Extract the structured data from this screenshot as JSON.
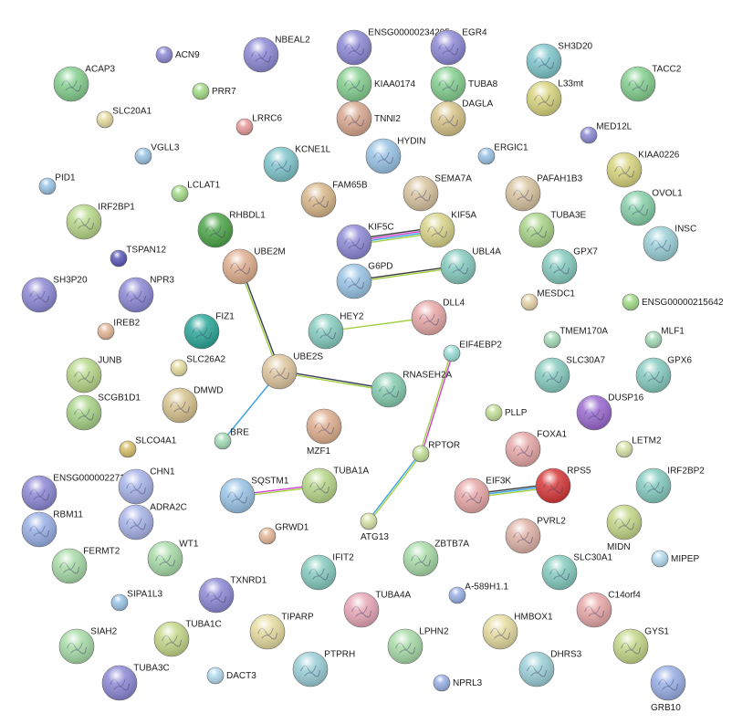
{
  "network": {
    "nodes": [
      {
        "id": "ACN9",
        "label": "ACN9",
        "color": "#8e8ad6",
        "big": false
      },
      {
        "id": "NBEAL2",
        "label": "NBEAL2",
        "color": "#8e8ad6",
        "big": true
      },
      {
        "id": "ENSG00000234295",
        "label": "ENSG00000234295",
        "color": "#8e8ad6",
        "big": true
      },
      {
        "id": "EGR4",
        "label": "EGR4",
        "color": "#8e8ad6",
        "big": true
      },
      {
        "id": "SH3D20",
        "label": "SH3D20",
        "color": "#7fc6cc",
        "big": true
      },
      {
        "id": "ACAP3",
        "label": "ACAP3",
        "color": "#86d090",
        "big": true
      },
      {
        "id": "PRR7",
        "label": "PRR7",
        "color": "#a4dc88",
        "big": false
      },
      {
        "id": "KIAA0174",
        "label": "KIAA0174",
        "color": "#86d090",
        "big": true
      },
      {
        "id": "TUBA8",
        "label": "TUBA8",
        "color": "#86d090",
        "big": true
      },
      {
        "id": "L33mt",
        "label": "L33mt",
        "color": "#d8d47e",
        "big": true
      },
      {
        "id": "TACC2",
        "label": "TACC2",
        "color": "#86d090",
        "big": true
      },
      {
        "id": "SLC20A1",
        "label": "SLC20A1",
        "color": "#e6dca0",
        "big": false
      },
      {
        "id": "LRRC6",
        "label": "LRRC6",
        "color": "#e89a9a",
        "big": false
      },
      {
        "id": "TNNI2",
        "label": "TNNI2",
        "color": "#d8a890",
        "big": true
      },
      {
        "id": "DAGLA",
        "label": "DAGLA",
        "color": "#d8c48a",
        "big": true
      },
      {
        "id": "MED12L",
        "label": "MED12L",
        "color": "#8e8ad6",
        "big": false
      },
      {
        "id": "VGLL3",
        "label": "VGLL3",
        "color": "#9ac4e6",
        "big": false
      },
      {
        "id": "KCNE1L",
        "label": "KCNE1L",
        "color": "#7fc6cc",
        "big": true
      },
      {
        "id": "HYDIN",
        "label": "HYDIN",
        "color": "#9ac4e6",
        "big": true
      },
      {
        "id": "ERGIC1",
        "label": "ERGIC1",
        "color": "#9ac4e6",
        "big": false
      },
      {
        "id": "KIAA0226",
        "label": "KIAA0226",
        "color": "#d8d47e",
        "big": true
      },
      {
        "id": "PID1",
        "label": "PID1",
        "color": "#9ac4e6",
        "big": false
      },
      {
        "id": "LCLAT1",
        "label": "LCLAT1",
        "color": "#a4dc88",
        "big": false
      },
      {
        "id": "FAM65B",
        "label": "FAM65B",
        "color": "#d8b88a",
        "big": true
      },
      {
        "id": "SEMA7A",
        "label": "SEMA7A",
        "color": "#d8c4a0",
        "big": true
      },
      {
        "id": "PAFAH1B3",
        "label": "PAFAH1B3",
        "color": "#d8c4a0",
        "big": true
      },
      {
        "id": "OVOL1",
        "label": "OVOL1",
        "color": "#86d0a8",
        "big": true
      },
      {
        "id": "IRF2BP1",
        "label": "IRF2BP1",
        "color": "#b8d88a",
        "big": true
      },
      {
        "id": "RHBDL1",
        "label": "RHBDL1",
        "color": "#4ea64a",
        "big": true
      },
      {
        "id": "KIF5C",
        "label": "KIF5C",
        "color": "#8e8ad6",
        "big": true
      },
      {
        "id": "KIF5A",
        "label": "KIF5A",
        "color": "#d8d48a",
        "big": true
      },
      {
        "id": "TUBA3E",
        "label": "TUBA3E",
        "color": "#a8d488",
        "big": true
      },
      {
        "id": "INSC",
        "label": "INSC",
        "color": "#9cd0d8",
        "big": true
      },
      {
        "id": "TSPAN12",
        "label": "TSPAN12",
        "color": "#5a5ab8",
        "big": false
      },
      {
        "id": "UBE2M",
        "label": "UBE2M",
        "color": "#e0b090",
        "big": true
      },
      {
        "id": "G6PD",
        "label": "G6PD",
        "color": "#9ac4e6",
        "big": true
      },
      {
        "id": "UBL4A",
        "label": "UBL4A",
        "color": "#86ccc0",
        "big": true
      },
      {
        "id": "GPX7",
        "label": "GPX7",
        "color": "#86ccc0",
        "big": true
      },
      {
        "id": "SH3P20",
        "label": "SH3P20",
        "color": "#8e8ad6",
        "big": true
      },
      {
        "id": "NPR3",
        "label": "NPR3",
        "color": "#8e8ad6",
        "big": true
      },
      {
        "id": "MESDC1",
        "label": "MESDC1",
        "color": "#e6d4a8",
        "big": false
      },
      {
        "id": "ENSG00000215642",
        "label": "ENSG00000215642",
        "color": "#a4dc88",
        "big": false
      },
      {
        "id": "IREB2",
        "label": "IREB2",
        "color": "#e6b898",
        "big": false
      },
      {
        "id": "FIZ1",
        "label": "FIZ1",
        "color": "#2ea89a",
        "big": true
      },
      {
        "id": "HEY2",
        "label": "HEY2",
        "color": "#86ccc0",
        "big": true
      },
      {
        "id": "DLL4",
        "label": "DLL4",
        "color": "#e8a8a8",
        "big": true
      },
      {
        "id": "TMEM170A",
        "label": "TMEM170A",
        "color": "#a4dcb8",
        "big": false
      },
      {
        "id": "MLF1",
        "label": "MLF1",
        "color": "#a4dcb8",
        "big": false
      },
      {
        "id": "SLC26A2",
        "label": "SLC26A2",
        "color": "#e6dca0",
        "big": false
      },
      {
        "id": "UBE2S",
        "label": "UBE2S",
        "color": "#e0c8a0",
        "big": true
      },
      {
        "id": "EIF4EBP2",
        "label": "EIF4EBP2",
        "color": "#9cdcd8",
        "big": false
      },
      {
        "id": "JUNB",
        "label": "JUNB",
        "color": "#b8d88a",
        "big": true
      },
      {
        "id": "SLC30A7",
        "label": "SLC30A7",
        "color": "#86ccc0",
        "big": true
      },
      {
        "id": "GPX6",
        "label": "GPX6",
        "color": "#86ccc0",
        "big": true
      },
      {
        "id": "DMWD",
        "label": "DMWD",
        "color": "#d8c490",
        "big": true
      },
      {
        "id": "RNASEH2A",
        "label": "RNASEH2A",
        "color": "#86ccb0",
        "big": true
      },
      {
        "id": "SCGB1D1",
        "label": "SCGB1D1",
        "color": "#a8d488",
        "big": true
      },
      {
        "id": "DUSP16",
        "label": "DUSP16",
        "color": "#9a6ad0",
        "big": true
      },
      {
        "id": "PLLP",
        "label": "PLLP",
        "color": "#c4e098",
        "big": false
      },
      {
        "id": "BRE",
        "label": "BRE",
        "color": "#a4dcb8",
        "big": false
      },
      {
        "id": "MZF1",
        "label": "MZF1",
        "color": "#e0b090",
        "big": true
      },
      {
        "id": "FOXA1",
        "label": "FOXA1",
        "color": "#e8a8a8",
        "big": true
      },
      {
        "id": "LETM2",
        "label": "LETM2",
        "color": "#d8e4a8",
        "big": false
      },
      {
        "id": "SLCO4A1",
        "label": "SLCO4A1",
        "color": "#d8c06a",
        "big": false
      },
      {
        "id": "RPTOR",
        "label": "RPTOR",
        "color": "#c4e098",
        "big": false
      },
      {
        "id": "ENSG00000227156",
        "label": "ENSG00000227156",
        "color": "#8e8ad6",
        "big": true
      },
      {
        "id": "CHN1",
        "label": "CHN1",
        "color": "#a8b4e8",
        "big": true
      },
      {
        "id": "SQSTM1",
        "label": "SQSTM1",
        "color": "#9ac4e6",
        "big": true
      },
      {
        "id": "TUBA1A",
        "label": "TUBA1A",
        "color": "#b8d88a",
        "big": true
      },
      {
        "id": "RPS5",
        "label": "RPS5",
        "color": "#d83a3a",
        "big": true
      },
      {
        "id": "IRF2BP2",
        "label": "IRF2BP2",
        "color": "#86ccc0",
        "big": true
      },
      {
        "id": "EIF3K",
        "label": "EIF3K",
        "color": "#e8a8a8",
        "big": true
      },
      {
        "id": "RBM11",
        "label": "RBM11",
        "color": "#9ab0e6",
        "big": true
      },
      {
        "id": "ADRA2C",
        "label": "ADRA2C",
        "color": "#a8b4e8",
        "big": true
      },
      {
        "id": "ATG13",
        "label": "ATG13",
        "color": "#d8e4a8",
        "big": false
      },
      {
        "id": "GRWD1",
        "label": "GRWD1",
        "color": "#e6b898",
        "big": false
      },
      {
        "id": "PVRL2",
        "label": "PVRL2",
        "color": "#e0b4a8",
        "big": true
      },
      {
        "id": "MIDN",
        "label": "MIDN",
        "color": "#c4d88a",
        "big": true
      },
      {
        "id": "WT1",
        "label": "WT1",
        "color": "#a8dca8",
        "big": true
      },
      {
        "id": "ZBTB7A",
        "label": "ZBTB7A",
        "color": "#a8dca8",
        "big": true
      },
      {
        "id": "FERMT2",
        "label": "FERMT2",
        "color": "#a8dca8",
        "big": true
      },
      {
        "id": "MIPEP",
        "label": "MIPEP",
        "color": "#b4dcf0",
        "big": false
      },
      {
        "id": "IFIT2",
        "label": "IFIT2",
        "color": "#86ccc0",
        "big": true
      },
      {
        "id": "SLC30A1",
        "label": "SLC30A1",
        "color": "#86ccc0",
        "big": true
      },
      {
        "id": "TXNRD1",
        "label": "TXNRD1",
        "color": "#8e8ad6",
        "big": true
      },
      {
        "id": "A-589H1.1",
        "label": "A-589H1.1",
        "color": "#9ab0e6",
        "big": false
      },
      {
        "id": "SIPA1L3",
        "label": "SIPA1L3",
        "color": "#9ac4e6",
        "big": false
      },
      {
        "id": "TUBA4A",
        "label": "TUBA4A",
        "color": "#e8a8b8",
        "big": true
      },
      {
        "id": "C14orf4",
        "label": "C14orf4",
        "color": "#e8a8a8",
        "big": true
      },
      {
        "id": "TIPARP",
        "label": "TIPARP",
        "color": "#e6dca0",
        "big": true
      },
      {
        "id": "HMBOX1",
        "label": "HMBOX1",
        "color": "#e6dca0",
        "big": true
      },
      {
        "id": "SIAH2",
        "label": "SIAH2",
        "color": "#a8dca8",
        "big": true
      },
      {
        "id": "TUBA1C",
        "label": "TUBA1C",
        "color": "#c4d88a",
        "big": true
      },
      {
        "id": "LPHN2",
        "label": "LPHN2",
        "color": "#a8dca8",
        "big": true
      },
      {
        "id": "GYS1",
        "label": "GYS1",
        "color": "#c4d88a",
        "big": true
      },
      {
        "id": "PTPRH",
        "label": "PTPRH",
        "color": "#9cd0d8",
        "big": true
      },
      {
        "id": "DHRS3",
        "label": "DHRS3",
        "color": "#9cd0d8",
        "big": true
      },
      {
        "id": "TUBA3C",
        "label": "TUBA3C",
        "color": "#8e8ad6",
        "big": true
      },
      {
        "id": "DACT3",
        "label": "DACT3",
        "color": "#b4dcf0",
        "big": false
      },
      {
        "id": "NPRL3",
        "label": "NPRL3",
        "color": "#9ab0e6",
        "big": false
      },
      {
        "id": "GRB10",
        "label": "GRB10",
        "color": "#9ab0e6",
        "big": true
      }
    ],
    "edges": [
      {
        "source": "KIF5C",
        "target": "KIF5A",
        "colors": [
          "#3a3a3a",
          "#d040d0",
          "#3aa0e0",
          "#a0d040"
        ]
      },
      {
        "source": "G6PD",
        "target": "UBL4A",
        "colors": [
          "#3a3a3a",
          "#a0d040"
        ]
      },
      {
        "source": "UBE2M",
        "target": "UBE2S",
        "colors": [
          "#3a3a5a",
          "#a0d040"
        ]
      },
      {
        "source": "UBE2S",
        "target": "RNASEH2A",
        "colors": [
          "#3a3a5a",
          "#a0d040"
        ]
      },
      {
        "source": "UBE2S",
        "target": "BRE",
        "colors": [
          "#3aa0e0"
        ]
      },
      {
        "source": "HEY2",
        "target": "DLL4",
        "colors": [
          "#a0d040"
        ]
      },
      {
        "source": "EIF4EBP2",
        "target": "RPTOR",
        "colors": [
          "#d040d0",
          "#a0d040"
        ]
      },
      {
        "source": "RPTOR",
        "target": "ATG13",
        "colors": [
          "#a0d040",
          "#3aa0e0"
        ]
      },
      {
        "source": "SQSTM1",
        "target": "TUBA1A",
        "colors": [
          "#d040d0",
          "#a0d040"
        ]
      },
      {
        "source": "EIF3K",
        "target": "RPS5",
        "colors": [
          "#3a3a3a",
          "#3aa0e0",
          "#a0d040"
        ]
      }
    ]
  }
}
